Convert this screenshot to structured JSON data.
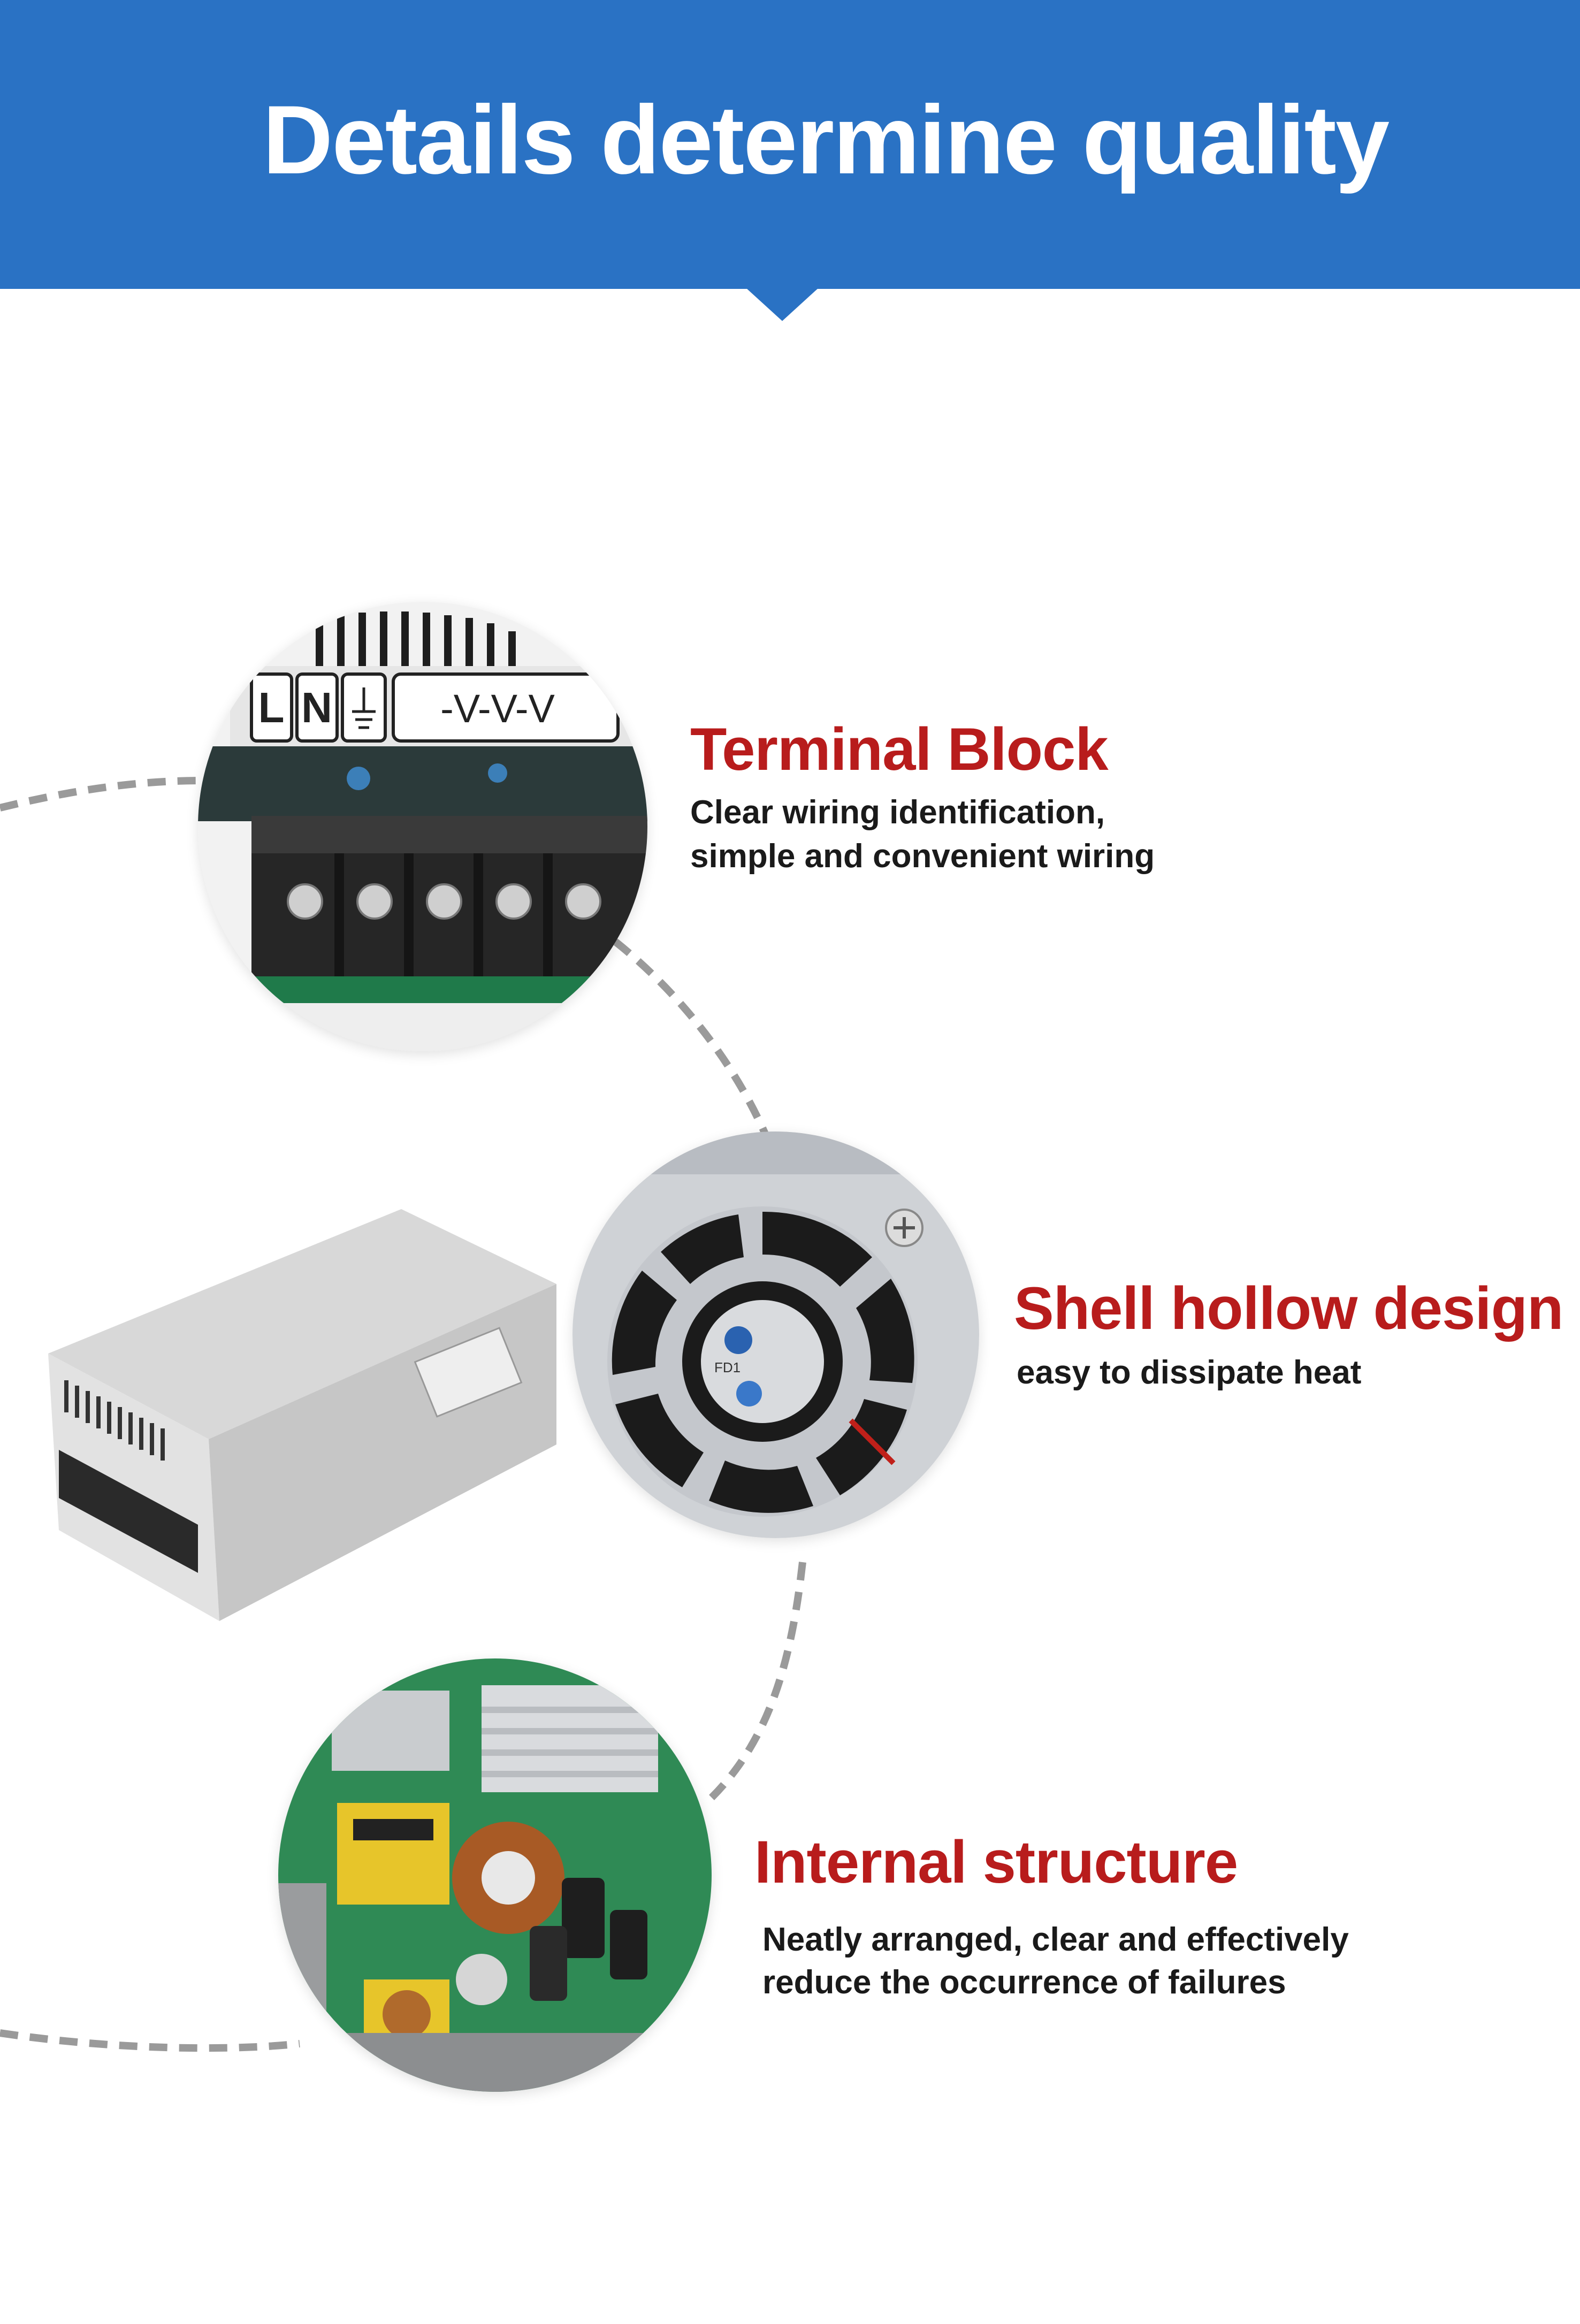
{
  "header": {
    "title": "Details determine quality",
    "background_color": "#2a72c4"
  },
  "features": [
    {
      "title": "Terminal Block",
      "description_lines": [
        "Clear wiring identification,",
        "simple and convenient wiring"
      ],
      "terminal_labels": [
        "L",
        "N",
        "-V-V-V"
      ]
    },
    {
      "title": "Shell hollow design",
      "description_lines": [
        "easy to dissipate heat"
      ],
      "fan_label": "FD1"
    },
    {
      "title": "Internal structure",
      "description_lines": [
        "Neatly arranged, clear and effectively",
        "reduce the occurrence of failures"
      ]
    }
  ],
  "colors": {
    "accent_title": "#b81c1c",
    "connector": "#9a9a9a"
  },
  "icons": [
    "ground-icon",
    "fan-grille-icon",
    "screw-icon"
  ]
}
